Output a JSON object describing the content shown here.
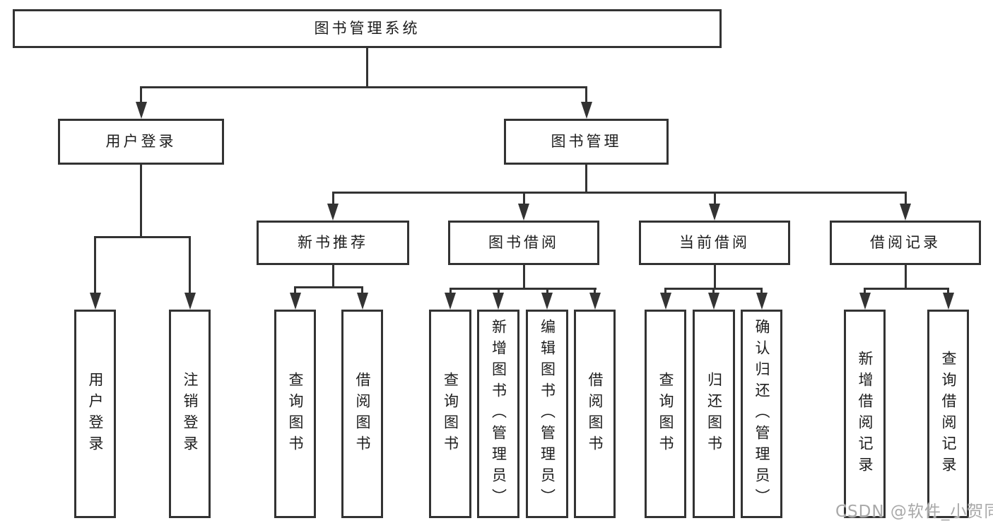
{
  "colors": {
    "line": "#333333",
    "text": "#1d1d1d",
    "bg": "#ffffff",
    "watermark": "#a9a9a9"
  },
  "watermark": {
    "text": "CSDN @软件_小贺同学"
  },
  "tree": {
    "root": {
      "label": "图书管理系统"
    },
    "branches": [
      {
        "label": "用户登录",
        "children": [
          {
            "label": "用户登录"
          },
          {
            "label": "注销登录"
          }
        ]
      },
      {
        "label": "图书管理",
        "children": [
          {
            "label": "新书推荐",
            "children": [
              {
                "label": "查询图书"
              },
              {
                "label": "借阅图书"
              }
            ]
          },
          {
            "label": "图书借阅",
            "children": [
              {
                "label": "查询图书"
              },
              {
                "label": "新增图书（管理员）"
              },
              {
                "label": "编辑图书（管理员）"
              },
              {
                "label": "借阅图书"
              }
            ]
          },
          {
            "label": "当前借阅",
            "children": [
              {
                "label": "查询图书"
              },
              {
                "label": "归还图书"
              },
              {
                "label": "确认归还（管理员）"
              }
            ]
          },
          {
            "label": "借阅记录",
            "children": [
              {
                "label": "新增借阅记录"
              },
              {
                "label": "查询借阅记录"
              }
            ]
          }
        ]
      }
    ]
  }
}
